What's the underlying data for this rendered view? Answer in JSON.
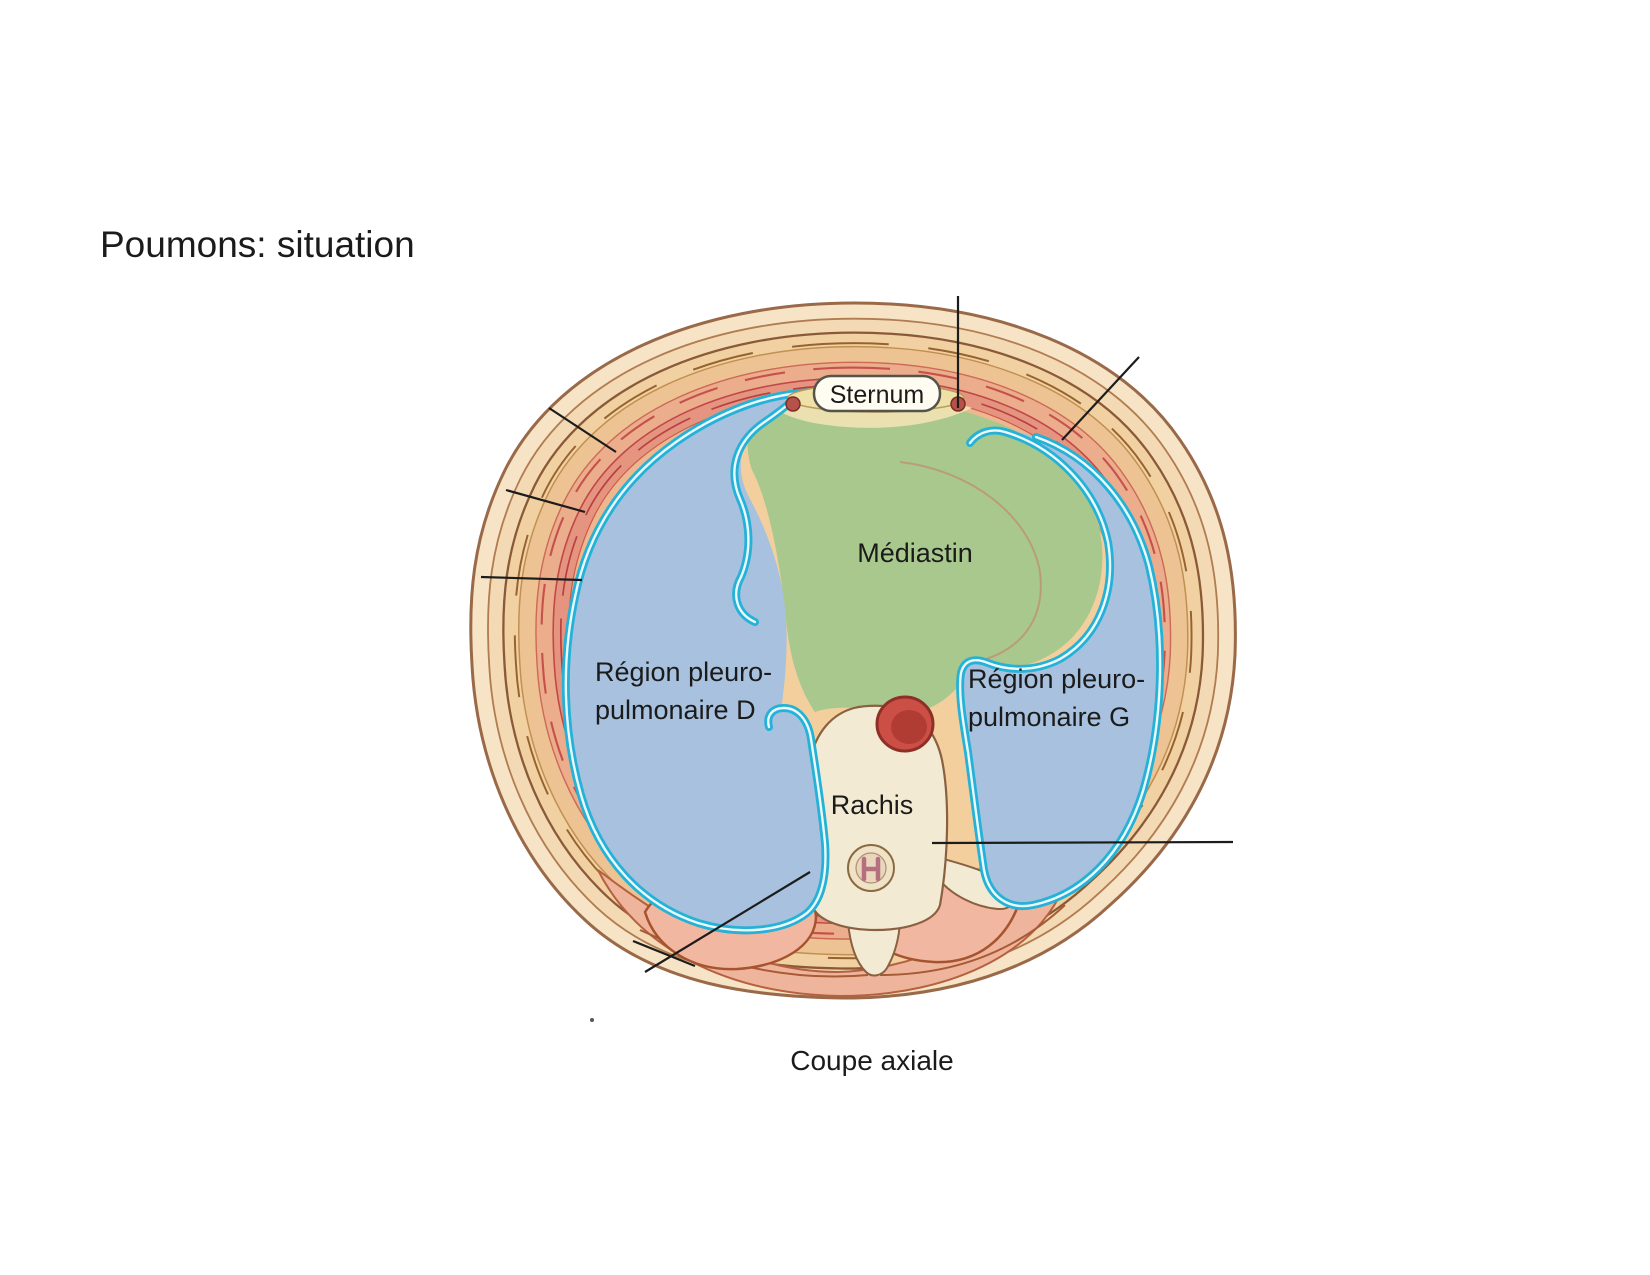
{
  "slide": {
    "title": "Poumons: situation",
    "caption": "Coupe axiale"
  },
  "diagram": {
    "labels": {
      "sternum": "Sternum",
      "mediastinum": "Médiastin",
      "region_right_line1": "Région pleuro-",
      "region_right_line2": "pulmonaire D",
      "region_left_line1": "Région pleuro-",
      "region_left_line2": "pulmonaire G",
      "rachis": "Rachis"
    },
    "colors": {
      "background": "#ffffff",
      "skin_outer": "#f7e3c6",
      "subcutis": "#f3d9b4",
      "wall_tan": "#f1d0a2",
      "wall_orange": "#eec394",
      "muscle_pink": "#ecad8c",
      "muscle_red": "#e59480",
      "inner_muscle": "#edb890",
      "inner_fat": "#f3cf9e",
      "lung_blue": "#a7c1de",
      "pleura_cyan": "#25b2d6",
      "pleura_gap_white": "#eafaff",
      "mediastinum_green": "#a9c88e",
      "retrosternal_cream": "#f2e2b2",
      "vertebra_cream": "#f2ead2",
      "paraspinal_pink": "#f2b7a0",
      "bottom_band_pink": "#efb49c",
      "aorta_red": "#cc4f45",
      "aorta_dark": "#8e2f28",
      "bone_outline": "#8a6040",
      "body_outline": "#9a6a48",
      "leader_line": "#1c1c1c",
      "label_text": "#1b1b1b",
      "sternum_bone": "#eee0a6",
      "vessel_dot": "#b5524a"
    }
  }
}
